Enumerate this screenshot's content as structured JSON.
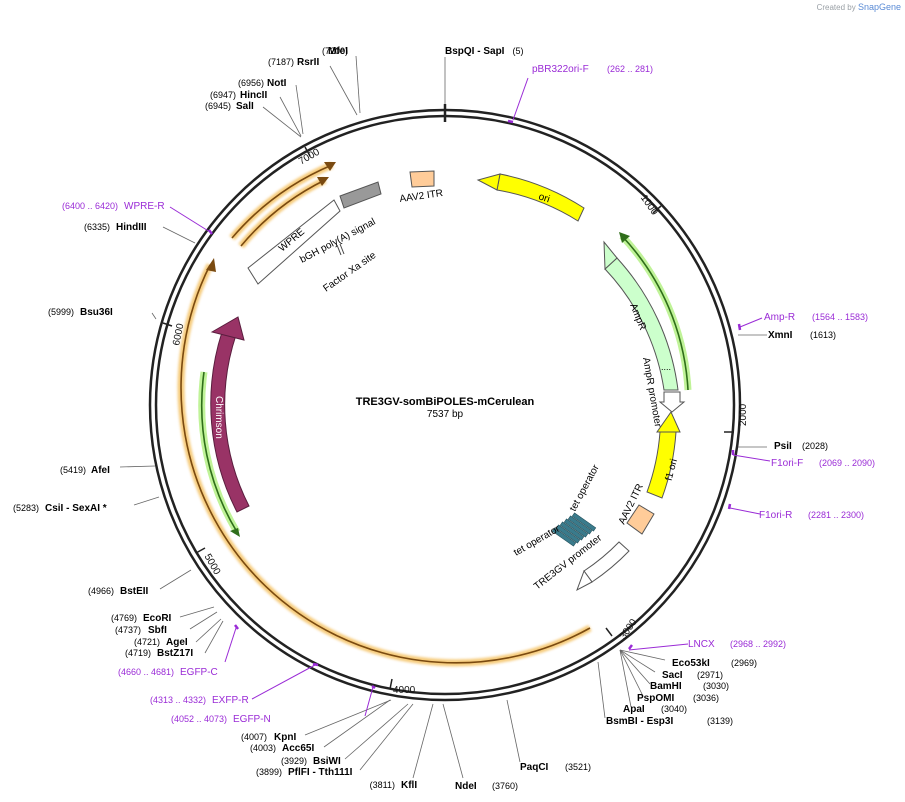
{
  "credit": {
    "prefix": "Created by",
    "brand": "SnapGene"
  },
  "plasmid": {
    "name": "TRE3GV-somBiPOLES-mCerulean",
    "length_label": "7537 bp",
    "length": 7537
  },
  "ticks": [
    {
      "bp": 1000,
      "label": "1000"
    },
    {
      "bp": 2000,
      "label": "2000"
    },
    {
      "bp": 3000,
      "label": "3000"
    },
    {
      "bp": 4000,
      "label": "4000"
    },
    {
      "bp": 5000,
      "label": "5000"
    },
    {
      "bp": 6000,
      "label": "6000"
    },
    {
      "bp": 7000,
      "label": "7000"
    }
  ],
  "sites": [
    {
      "name": "BspQI",
      "extra": "  -  SapI",
      "pos": "(5)"
    },
    {
      "name": "MfeI",
      "pos": "(7200)"
    },
    {
      "name": "RsrII",
      "pos": "(7187)"
    },
    {
      "name": "NotI",
      "pos": "(6956)"
    },
    {
      "name": "HincII",
      "pos": "(6947)"
    },
    {
      "name": "SalI",
      "pos": "(6945)"
    },
    {
      "name": "HindIII",
      "pos": "(6335)"
    },
    {
      "name": "Bsu36I",
      "pos": "(5999)"
    },
    {
      "name": "AfeI",
      "pos": "(5419)"
    },
    {
      "name": "CsiI",
      "extra": "  -  SexAI *",
      "pos": "(5283)"
    },
    {
      "name": "BstEII",
      "pos": "(4966)"
    },
    {
      "name": "EcoRI",
      "pos": "(4769)"
    },
    {
      "name": "SbfI",
      "pos": "(4737)"
    },
    {
      "name": "AgeI",
      "pos": "(4721)"
    },
    {
      "name": "BstZ17I",
      "pos": "(4719)"
    },
    {
      "name": "KpnI",
      "pos": "(4007)"
    },
    {
      "name": "Acc65I",
      "pos": "(4003)"
    },
    {
      "name": "BsiWI",
      "pos": "(3929)"
    },
    {
      "name": "PflFI",
      "extra": "  -  Tth111I",
      "pos": "(3899)"
    },
    {
      "name": "KflI",
      "pos": "(3811)"
    },
    {
      "name": "NdeI",
      "pos": "(3760)"
    },
    {
      "name": "PaqCI",
      "pos": "(3521)"
    },
    {
      "name": "XmnI",
      "pos": "(1613)"
    },
    {
      "name": "PsiI",
      "pos": "(2028)"
    },
    {
      "name": "Eco53kI",
      "pos": "(2969)"
    },
    {
      "name": "SacI",
      "pos": "(2971)"
    },
    {
      "name": "BamHI",
      "pos": "(3030)"
    },
    {
      "name": "PspOMI",
      "pos": "(3036)"
    },
    {
      "name": "ApaI",
      "pos": "(3040)"
    },
    {
      "name": "BsmBI",
      "extra": "  -  Esp3I",
      "pos": "(3139)"
    }
  ],
  "primers": [
    {
      "name": "pBR322ori-F",
      "range": "(262 .. 281)"
    },
    {
      "name": "Amp-R",
      "range": "(1564 .. 1583)"
    },
    {
      "name": "F1ori-F",
      "range": "(2069 .. 2090)"
    },
    {
      "name": "F1ori-R",
      "range": "(2281 .. 2300)"
    },
    {
      "name": "LNCX",
      "range": "(2968 .. 2992)"
    },
    {
      "name": "EXFP-R",
      "range": "(4313 .. 4332)"
    },
    {
      "name": "EGFP-N",
      "range": "(4052 .. 4073)"
    },
    {
      "name": "EGFP-C",
      "range": "(4660 .. 4681)"
    },
    {
      "name": "WPRE-R",
      "range": "(6400 .. 6420)"
    }
  ],
  "features": [
    {
      "name": "ori",
      "color": "#ffff00"
    },
    {
      "name": "AmpR",
      "color": "#ccffcc"
    },
    {
      "name": "AmpR promoter",
      "color": "#ffffff"
    },
    {
      "name": "f1 ori",
      "color": "#ffff00"
    },
    {
      "name": "AAV2 ITR",
      "color": "#ffcc99"
    },
    {
      "name": "AAV2 ITR",
      "color": "#ffcc99"
    },
    {
      "name": "TRE3GV promoter",
      "color": "#ffffff"
    },
    {
      "name": "tet operator",
      "color": "#3a7b8c"
    },
    {
      "name": "tet operator",
      "color": "#3a7b8c"
    },
    {
      "name": "Chrimson",
      "color": "#993366"
    },
    {
      "name": "WPRE",
      "color": "#ffffff"
    },
    {
      "name": "bGH poly(A) signal",
      "color": "#999999"
    },
    {
      "name": "Factor Xa site",
      "color": "#ffffff"
    }
  ],
  "colors": {
    "primer": "#9a2bd6",
    "backbone": "#222222",
    "orf": "#f5c66e",
    "orf_inner": "#2f6e1a",
    "green_orf": "#b9f28d"
  }
}
